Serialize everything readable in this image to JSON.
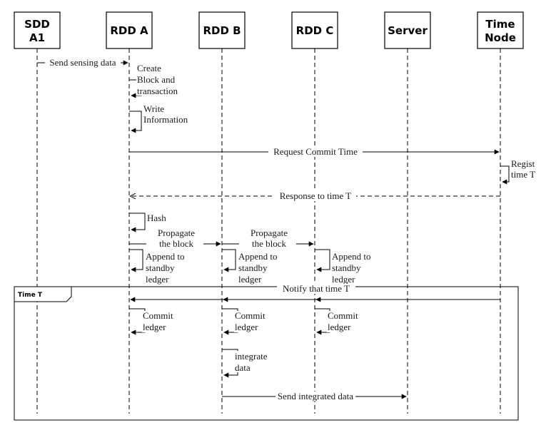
{
  "participants": [
    {
      "id": "sdd",
      "lines": [
        "SDD",
        "A1"
      ]
    },
    {
      "id": "rdda",
      "lines": [
        "RDD A"
      ]
    },
    {
      "id": "rddb",
      "lines": [
        "RDD B"
      ]
    },
    {
      "id": "rddc",
      "lines": [
        "RDD C"
      ]
    },
    {
      "id": "server",
      "lines": [
        "Server"
      ]
    },
    {
      "id": "timenode",
      "lines": [
        "Time",
        "Node"
      ]
    }
  ],
  "frame": {
    "label": "Time T"
  },
  "messages": {
    "send_sensing": "Send sensing data",
    "create_block": [
      "Create",
      "Block and",
      "transaction"
    ],
    "write_info": [
      "Write",
      "Information"
    ],
    "request_commit": "Request Commit Time",
    "regist": [
      "Regist",
      "time T"
    ],
    "response": "Response to time T",
    "hash": "Hash",
    "propagate_ab": [
      "Propagate",
      "the block"
    ],
    "propagate_bc": [
      "Propagate",
      "the block"
    ],
    "append_a": [
      "Append to",
      "standby",
      "ledger"
    ],
    "append_b": [
      "Append to",
      "standby",
      "ledger"
    ],
    "append_c": [
      "Append to",
      "standby",
      "ledger"
    ],
    "notify": "Notify that time T",
    "commit_a": [
      "Commit",
      "ledger"
    ],
    "commit_b": [
      "Commit",
      "ledger"
    ],
    "commit_c": [
      "Commit",
      "ledger"
    ],
    "integrate": [
      "integrate",
      "data"
    ],
    "send_integrated": "Send integrated data"
  }
}
